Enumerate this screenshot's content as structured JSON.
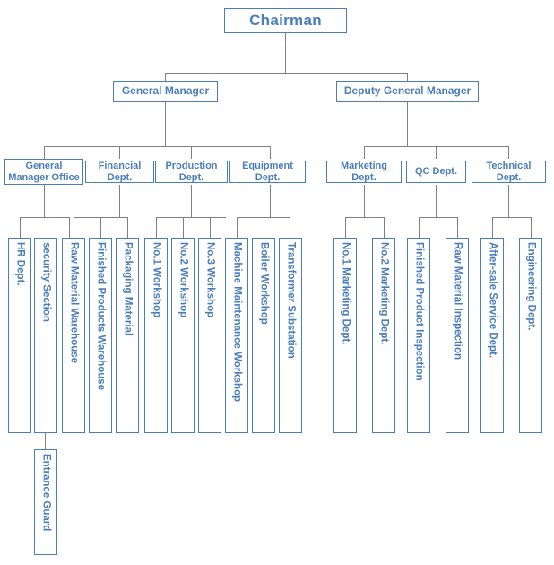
{
  "chart_data": {
    "type": "diagram",
    "title": "Organizational Chart",
    "orientation": "top-down",
    "colors": {
      "box_border": "#4a7ebb",
      "text": "#4a7ebb",
      "connector": "#808080",
      "background": "#ffffff"
    }
  },
  "nodes": {
    "chairman": "Chairman",
    "general_manager": "General Manager",
    "deputy_general_manager": "Deputy General Manager",
    "general_manager_office": "General Manager Office",
    "financial_dept": "Financial Dept.",
    "production_dept": "Production Dept.",
    "equipment_dept": "Equipment Dept.",
    "marketing_dept": "Marketing Dept.",
    "qc_dept": "QC Dept.",
    "technical_dept": "Technical Dept.",
    "hr_dept": "HR Dept.",
    "security_section": "security Section",
    "entrance_guard": "Entrance Guard",
    "raw_material_warehouse": "Raw Material Warehouse",
    "finished_products_warehouse": "Finished Products Warehouse",
    "packaging_material": "Packaging Material",
    "no1_workshop": "No.1 Workshop",
    "no2_workshop": "No.2 Workshop",
    "no3_workshop": "No.3 Workshop",
    "machine_maintenance_workshop": "Machine Maintenance Workshop",
    "boiler_workshop": "Boiler Workshop",
    "transformer_substation": "Transformer Substation",
    "no1_marketing_dept": "No.1 Marketing Dept.",
    "no2_marketing_dept": "No.2 Marketing Dept.",
    "finished_product_inspection": "Finished Product Inspection",
    "raw_material_inspection": "Raw Material Inspection",
    "after_sale_service_dept": "After-sale Service Dept.",
    "engineering_dept": "Engineering Dept."
  }
}
